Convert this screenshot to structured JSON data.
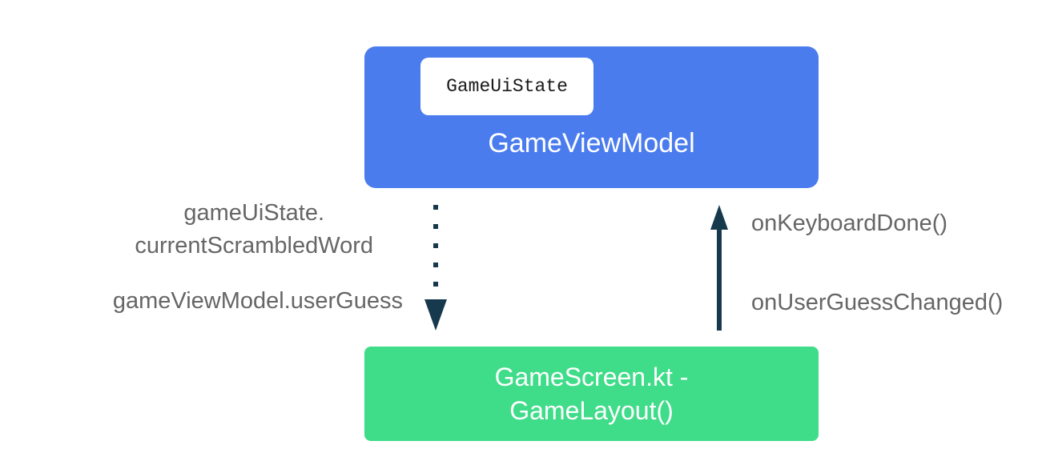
{
  "viewmodel_box": {
    "title": "GameViewModel",
    "chip_label": "GameUiState",
    "fill_color": "#4a7cee"
  },
  "screen_box": {
    "line1": "GameScreen.kt -",
    "line2": "GameLayout()",
    "fill_color": "#3fdc89"
  },
  "down_arrow_labels": {
    "state_line1": "gameUiState.",
    "state_line2": "currentScrambledWord",
    "user_guess": "gameViewModel.userGuess"
  },
  "up_arrow_labels": {
    "keyboard_done": "onKeyboardDone()",
    "user_guess_changed": "onUserGuessChanged()"
  },
  "colors": {
    "arrow": "#17394d",
    "label_text": "#666666",
    "chip_text": "#1a1a1a",
    "box_text": "#ffffff",
    "background": "#ffffff"
  }
}
